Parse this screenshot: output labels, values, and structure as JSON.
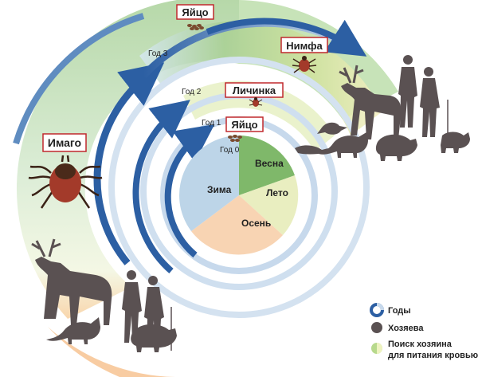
{
  "stages": {
    "egg_top": "Яйцо",
    "nymph": "Нимфа",
    "larva": "Личинка",
    "egg_inner": "Яйцо",
    "adult": "Имаго"
  },
  "years": {
    "y3": "Год 3",
    "y2": "Год 2",
    "y1": "Год 1",
    "y0": "Год 0"
  },
  "seasons": {
    "spring": "Весна",
    "summer": "Лето",
    "autumn": "Осень",
    "winter": "Зима"
  },
  "legend": {
    "years": "Годы",
    "hosts": "Хозяева",
    "feeding_line1": "Поиск хозяина",
    "feeding_line2": "для питания кровью"
  },
  "colors": {
    "arrow_blue": "#2c5fa3",
    "spring": "#7fb86a",
    "summer": "#e9eec0",
    "autumn": "#f8d4b3",
    "winter": "#bdd5e8",
    "host": "#5a5152",
    "tick": "#a33a2a",
    "label_border": "#c0282d"
  }
}
